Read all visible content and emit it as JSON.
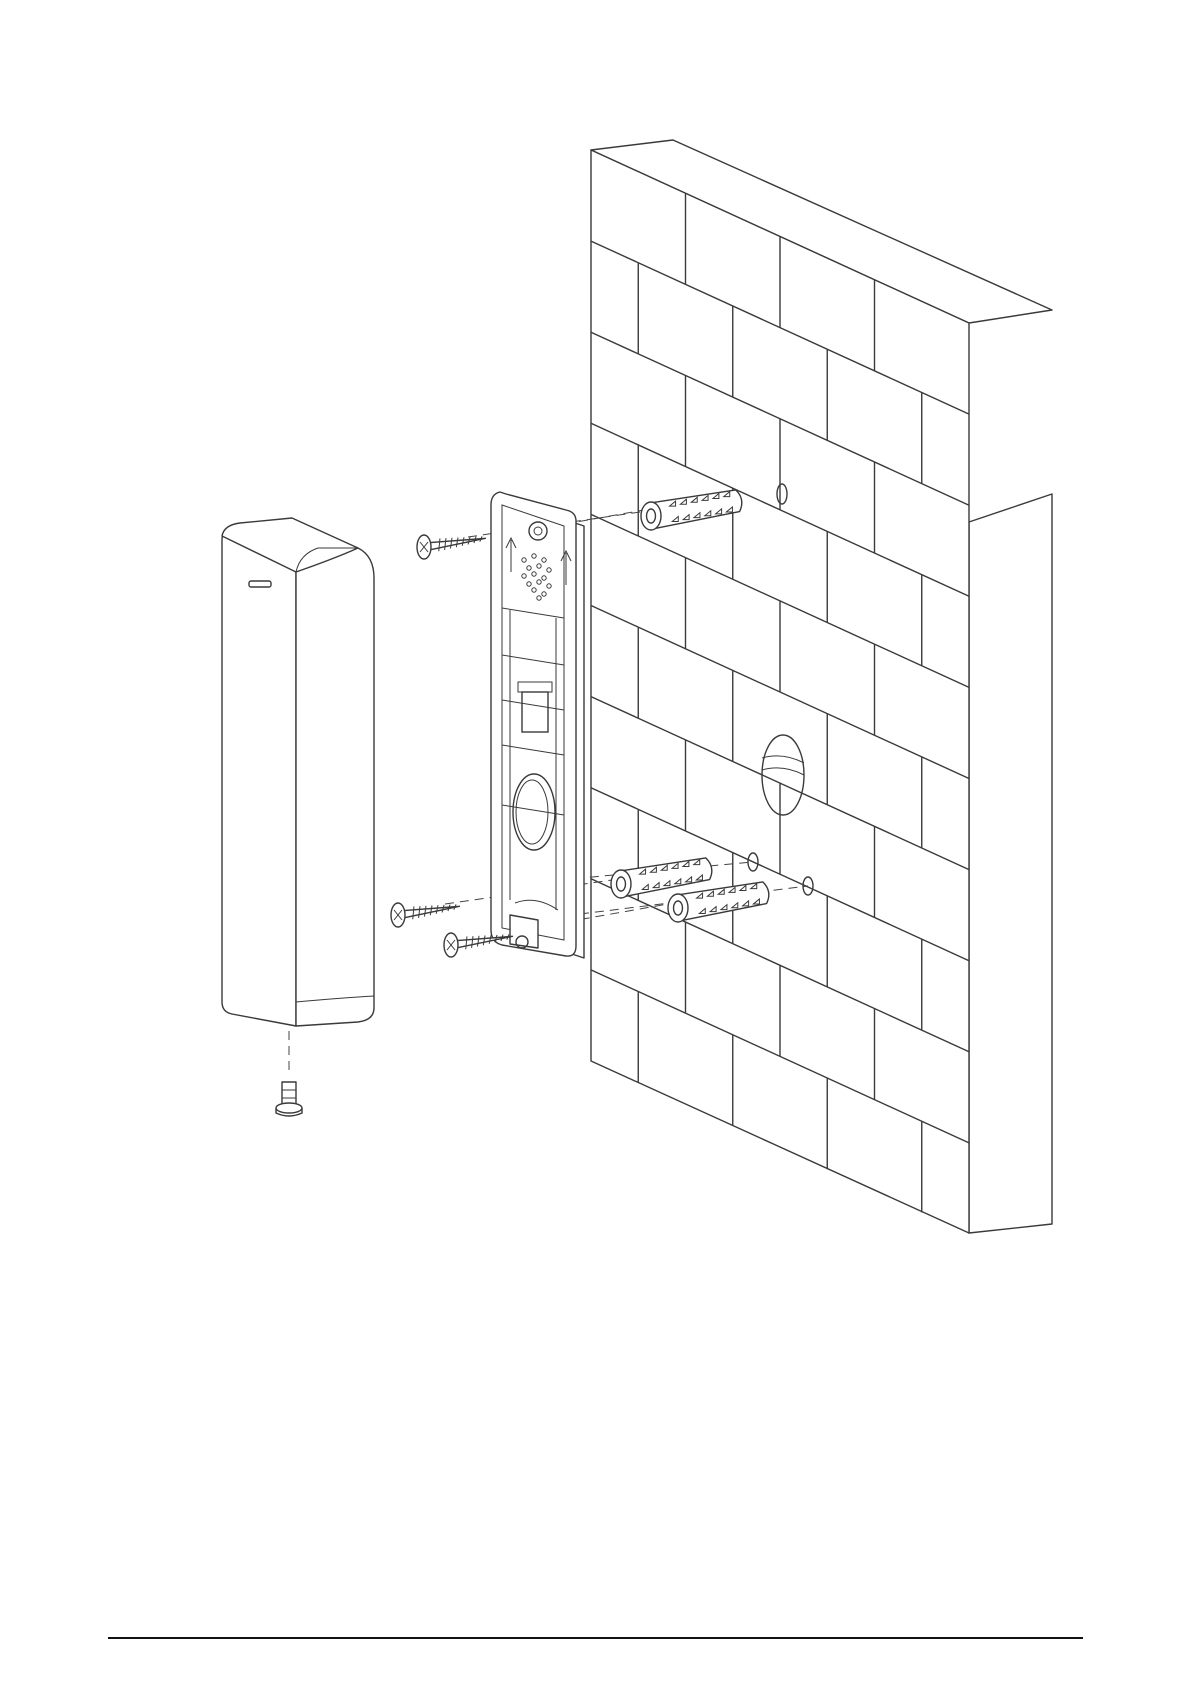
{
  "figure": {
    "description_visible_text": "",
    "components": [
      "brick-wall",
      "wall-plug",
      "mounting-bracket",
      "screw",
      "device-cover",
      "bottom-screw"
    ],
    "line_color": "#3a3a3a",
    "background": "#ffffff"
  }
}
